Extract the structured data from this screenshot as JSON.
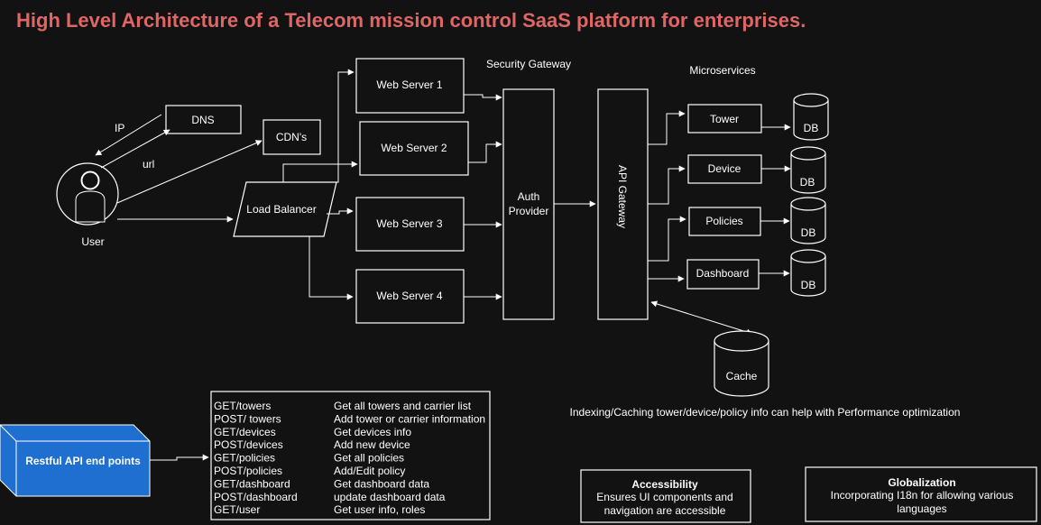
{
  "title": "High Level Architecture of a Telecom mission control SaaS platform for enterprises.",
  "colors": {
    "title": "#e06666",
    "background": "#121212",
    "line": "#ffffff",
    "api_box": "#1f6fd1"
  },
  "user": {
    "label": "User",
    "icon": "user-icon"
  },
  "edge_labels": {
    "ip": "IP",
    "url": "url"
  },
  "dns": "DNS",
  "cdn": "CDN's",
  "load_balancer": "Load Balancer",
  "web_servers": [
    "Web Server 1",
    "Web Server 2",
    "Web Server 3",
    "Web Server 4"
  ],
  "security_gateway": {
    "title": "Security Gateway",
    "auth_line1": "Auth",
    "auth_line2": "Provider"
  },
  "api_gateway": "API Gateway",
  "microservices": {
    "title": "Microservices",
    "services": [
      "Tower",
      "Device",
      "Policies",
      "Dashboard"
    ],
    "db_label": "DB"
  },
  "cache": {
    "label": "Cache",
    "note": "Indexing/Caching tower/device/policy info can help with Performance optimization"
  },
  "restful": {
    "label": "Restful API end points",
    "endpoints": [
      {
        "method": "GET/towers",
        "desc": "Get all towers and carrier list"
      },
      {
        "method": "POST/ towers",
        "desc": "Add tower or carrier information"
      },
      {
        "method": "GET/devices",
        "desc": "Get devices info"
      },
      {
        "method": "POST/devices",
        "desc": "Add new device"
      },
      {
        "method": "GET/policies",
        "desc": "Get all policies"
      },
      {
        "method": "POST/policies",
        "desc": "Add/Edit policy"
      },
      {
        "method": "GET/dashboard",
        "desc": "Get dashboard data"
      },
      {
        "method": "POST/dashboard",
        "desc": "update dashboard data"
      },
      {
        "method": "GET/user",
        "desc": "Get user info, roles"
      }
    ]
  },
  "accessibility": {
    "title": "Accessibility",
    "line1": "Ensures UI components and",
    "line2": "navigation are accessible"
  },
  "globalization": {
    "title": "Globalization",
    "line1": "Incorporating I18n for allowing various",
    "line2": "languages"
  }
}
